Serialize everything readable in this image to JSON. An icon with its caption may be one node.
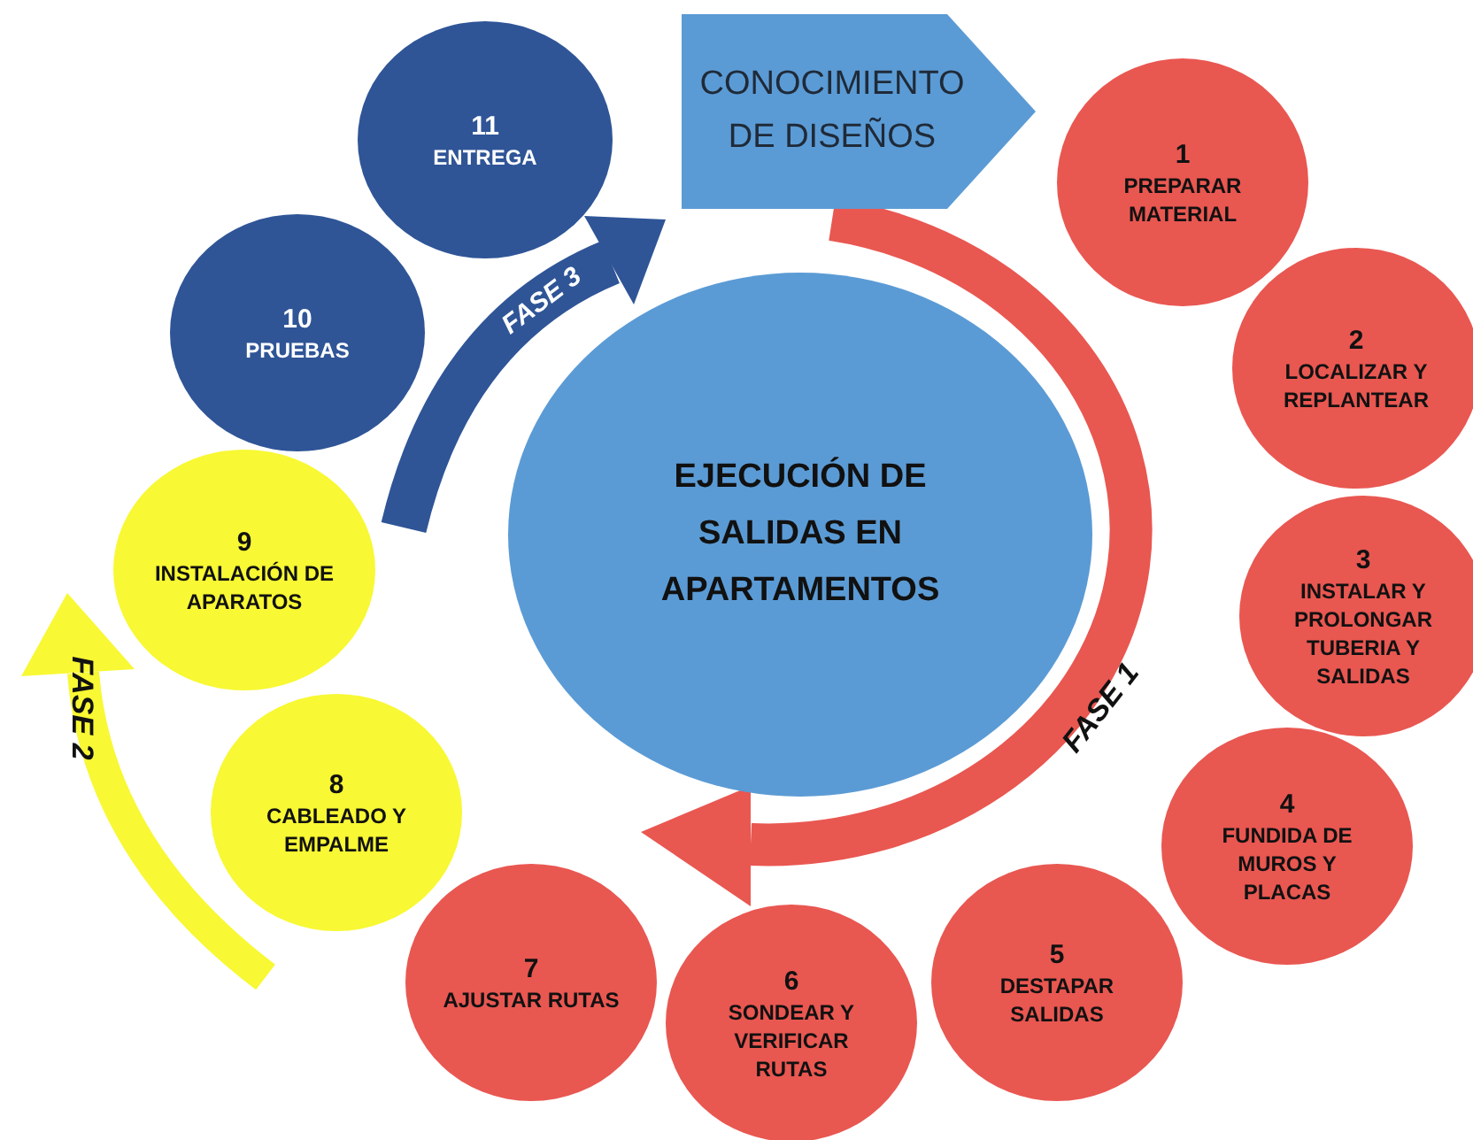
{
  "diagram": {
    "nodes": [
      {
        "text": [
          "EJECUCIÓN DE SALIDAS EN APARTAMENTOS"
        ]
      },
      {
        "text": [
          "CONOCIMIENTO DE DISEÑOS"
        ]
      },
      {
        "text": [
          "1",
          "PREPARAR MATERIAL"
        ]
      },
      {
        "text": [
          "2",
          "LOCALIZAR Y REPLANTEAR"
        ]
      },
      {
        "text": [
          "3",
          "INSTALAR Y PROLONGAR TUBERIA Y SALIDAS"
        ]
      },
      {
        "text": [
          "4",
          "FUNDIDA DE MUROS Y PLACAS"
        ]
      },
      {
        "text": [
          "5",
          "DESTAPAR SALIDAS"
        ]
      },
      {
        "text": [
          "6",
          "SONDEAR Y VERIFICAR RUTAS"
        ]
      },
      {
        "text": [
          "7",
          "AJUSTAR RUTAS"
        ]
      },
      {
        "text": [
          "8",
          "CABLEADO Y EMPALME"
        ]
      },
      {
        "text": [
          "9",
          "INSTALACIÓN DE APARATOS"
        ]
      },
      {
        "text": [
          "10",
          "PRUEBAS"
        ]
      },
      {
        "text": [
          "11",
          "ENTREGA"
        ]
      }
    ],
    "labels": [
      "FASE 1",
      "FASE 2",
      "FASE 3"
    ]
  }
}
